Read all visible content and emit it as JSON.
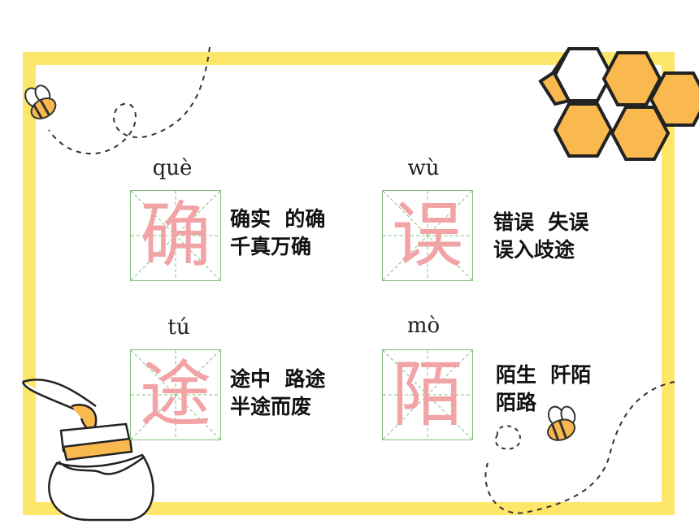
{
  "cards": [
    {
      "pinyin": "què",
      "char": "确",
      "line1": "确实  的确",
      "line2": "千真万确"
    },
    {
      "pinyin": "wù",
      "char": "误",
      "line1": "错误  失误",
      "line2": "误入歧途"
    },
    {
      "pinyin": "tú",
      "char": "途",
      "line1": "途中  路途",
      "line2": "半途而废"
    },
    {
      "pinyin": "mò",
      "char": "陌",
      "line1": "陌生  阡陌",
      "line2": "陌路"
    }
  ],
  "colors": {
    "frame": "#fde66a",
    "grid": "#7fc07a",
    "char": "#f2a3a6",
    "honey": "#f9b94e"
  },
  "icons": [
    "bee-icon",
    "honeycomb-icon",
    "honey-jar-icon"
  ]
}
